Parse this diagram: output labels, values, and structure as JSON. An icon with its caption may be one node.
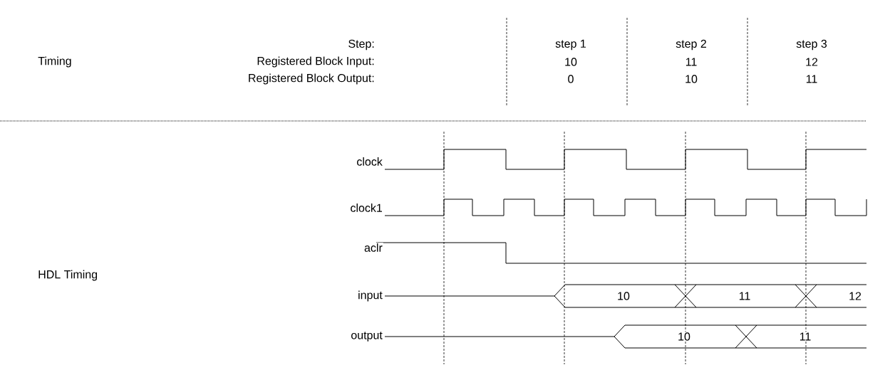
{
  "diagram": {
    "labels": [
      "Timing",
      "Step:",
      "Registered Block Input:",
      "Registered Block Output:",
      "step 1",
      "step 2",
      "step 3",
      "10",
      "11",
      "12",
      "0",
      "10",
      "11",
      "clock",
      "clock1",
      "aclr",
      "HDL Timing",
      "input",
      "output",
      "10",
      "11",
      "12",
      "10",
      "11"
    ]
  }
}
